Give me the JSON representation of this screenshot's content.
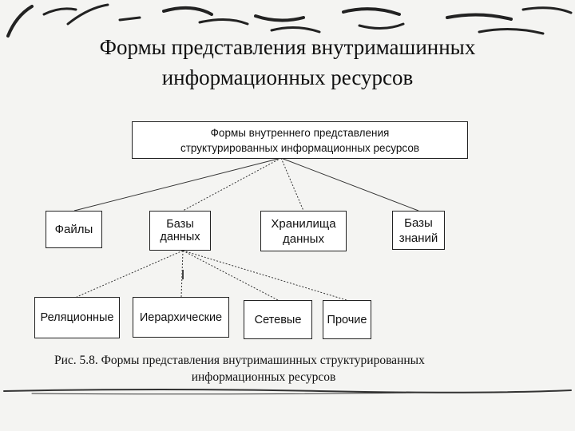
{
  "slide": {
    "title_line1": "Формы представления внутримашинных",
    "title_line2": "информационных ресурсов"
  },
  "diagram": {
    "root": {
      "line1": "Формы внутреннего представления",
      "line2": "структурированных информационных ресурсов"
    },
    "level1": [
      {
        "line1": "Файлы",
        "line2": ""
      },
      {
        "line1": "Базы",
        "line2": "данных"
      },
      {
        "line1": "Хранилища",
        "line2": "данных"
      },
      {
        "line1": "Базы",
        "line2": "знаний"
      }
    ],
    "level2": [
      {
        "label": "Реляционные"
      },
      {
        "label": "Иерархические"
      },
      {
        "label": "Сетевые"
      },
      {
        "label": "Прочие"
      }
    ]
  },
  "caption": {
    "line1": "Рис. 5.8. Формы представления внутримашинных структурированных",
    "line2": "информационных ресурсов"
  },
  "colors": {
    "background": "#f4f4f2",
    "box_border": "#222222",
    "text": "#111111"
  }
}
